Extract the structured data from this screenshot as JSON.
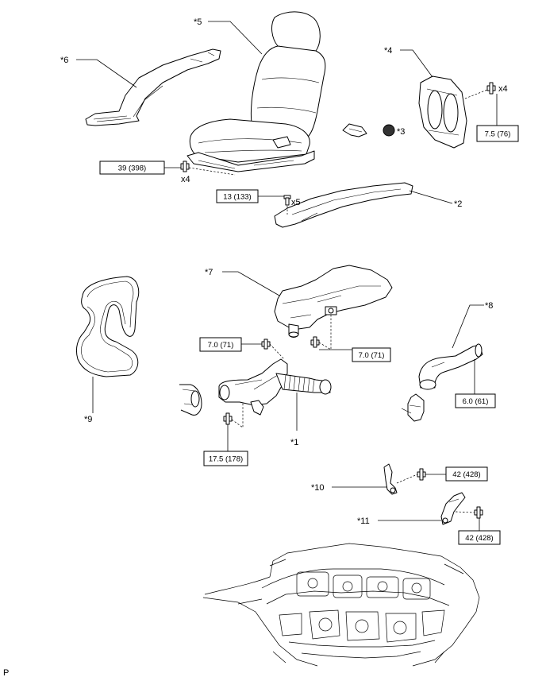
{
  "callouts": {
    "c1": "*1",
    "c2": "*2",
    "c3": "*3",
    "c4": "*4",
    "c5": "*5",
    "c6": "*6",
    "c7": "*7",
    "c8": "*8",
    "c9": "*9",
    "c10": "*10",
    "c11": "*11"
  },
  "torques": {
    "t_seat_bolt": "39 (398)",
    "t_seat_bracket": "13 (133)",
    "t_cover": "7.5 (76)",
    "t_duct_left": "7.0 (71)",
    "t_duct_right": "7.0 (71)",
    "t_hose": "6.0 (61)",
    "t_inlet": "17.5 (178)",
    "t_bracket10": "42 (428)",
    "t_bracket11": "42 (428)"
  },
  "quantities": {
    "q_seat_bolt": "x4",
    "q_cover": "x4",
    "q_bracket": "x5"
  },
  "corner_mark": "P"
}
